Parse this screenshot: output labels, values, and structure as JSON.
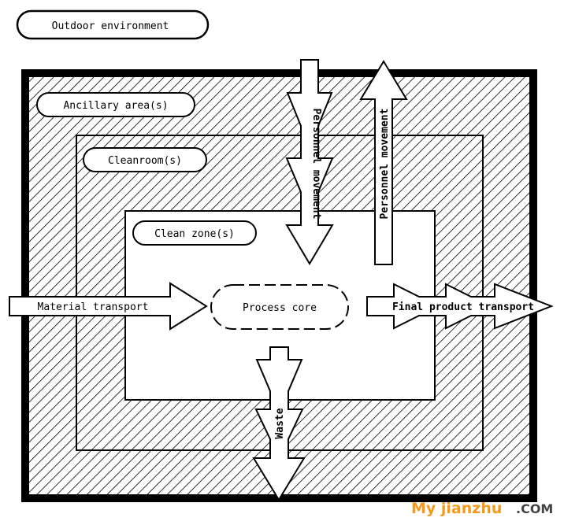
{
  "labels": {
    "outdoor": "Outdoor environment",
    "ancillary": "Ancillary area(s)",
    "cleanroom": "Cleanroom(s)",
    "clean_zone": "Clean zone(s)",
    "process_core": "Process core",
    "material_transport": "Material transport",
    "final_product_transport": "Final product transport",
    "personnel_in": "Personnel movement",
    "personnel_out": "Personnel movement",
    "waste": "Waste"
  },
  "watermark": {
    "brand": "My jianzhu",
    "suffix": ".COM"
  },
  "colors": {
    "line": "#000000",
    "watermark_orange": "#f39a1d",
    "watermark_gray": "#444444"
  }
}
